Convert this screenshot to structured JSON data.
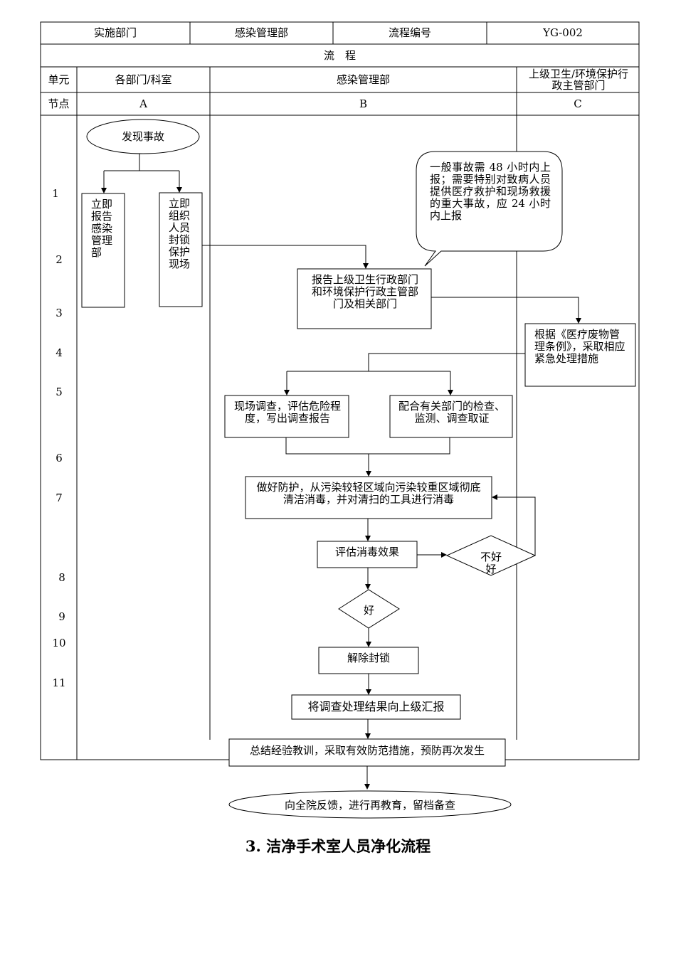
{
  "header": {
    "dept_label": "实施部门",
    "dept_value": "感染管理部",
    "code_label": "流程编号",
    "code_value": "YG-002",
    "section_title": "流　程"
  },
  "units": {
    "label": "单元",
    "a": "各部门/科室",
    "b": "感染管理部",
    "c": "上级卫生/环境保护行政主管部门"
  },
  "nodes": {
    "label": "节点",
    "a": "A",
    "b": "B",
    "c": "C"
  },
  "row_numbers": [
    "1",
    "2",
    "3",
    "4",
    "5",
    "6",
    "7",
    "8",
    "9",
    "10",
    "11"
  ],
  "flow": {
    "start": "发现事故",
    "report_infection": "立即报告感染管理部",
    "seal_site": "立即组织人员封锁保护现场",
    "report_upper": "报告上级卫生行政部门和环境保护行政主管部门及相关部门",
    "callout": "一般事故需 48 小时内上报；需要特别对致病人员提供医疗救护和现场救援的重大事故，应 24 小时内上报",
    "regulation": "根据《医疗废物管理条例》，采取相应紧急处理措施",
    "investigate": "现场调查，评估危险程度，写出调查报告",
    "cooperate": "配合有关部门的检查、监测、调查取证",
    "disinfect": "做好防护，从污染较轻区域向污染较重区域彻底清洁消毒，并对清扫的工具进行消毒",
    "evaluate": "评估消毒效果",
    "not_good": "不好好",
    "good": "好",
    "lift_seal": "解除封锁",
    "report_result": "将调查处理结果向上级汇报",
    "summary": "总结经验教训，采取有效防范措施，预防再次发生",
    "feedback": "向全院反馈，进行再教育，留档备查"
  },
  "next_section_title": "3. 洁净手术室人员净化流程"
}
